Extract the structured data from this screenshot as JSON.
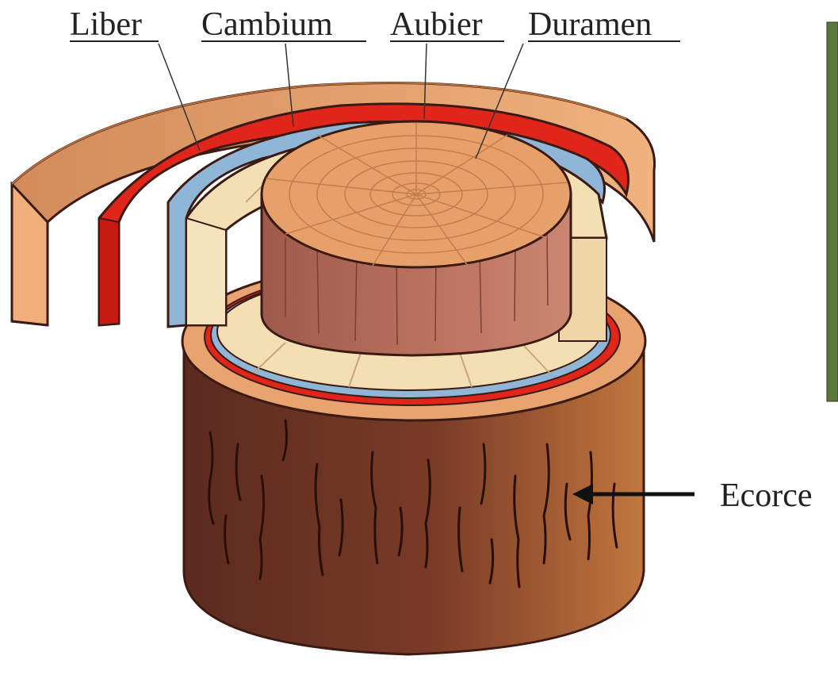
{
  "labels": {
    "liber": "Liber",
    "cambium": "Cambium",
    "aubier": "Aubier",
    "duramen": "Duramen",
    "ecorce": "Ecorce"
  },
  "colors": {
    "bark_outer": "#e8a36e",
    "bark_trunk": "#6e3323",
    "liber": "#e0251b",
    "cambium": "#8fb6d6",
    "aubier": "#f4dfb4",
    "duramen": "#e7a06a",
    "duramen_side": "#b86a55",
    "photo_strip": "#5b7a3a"
  }
}
